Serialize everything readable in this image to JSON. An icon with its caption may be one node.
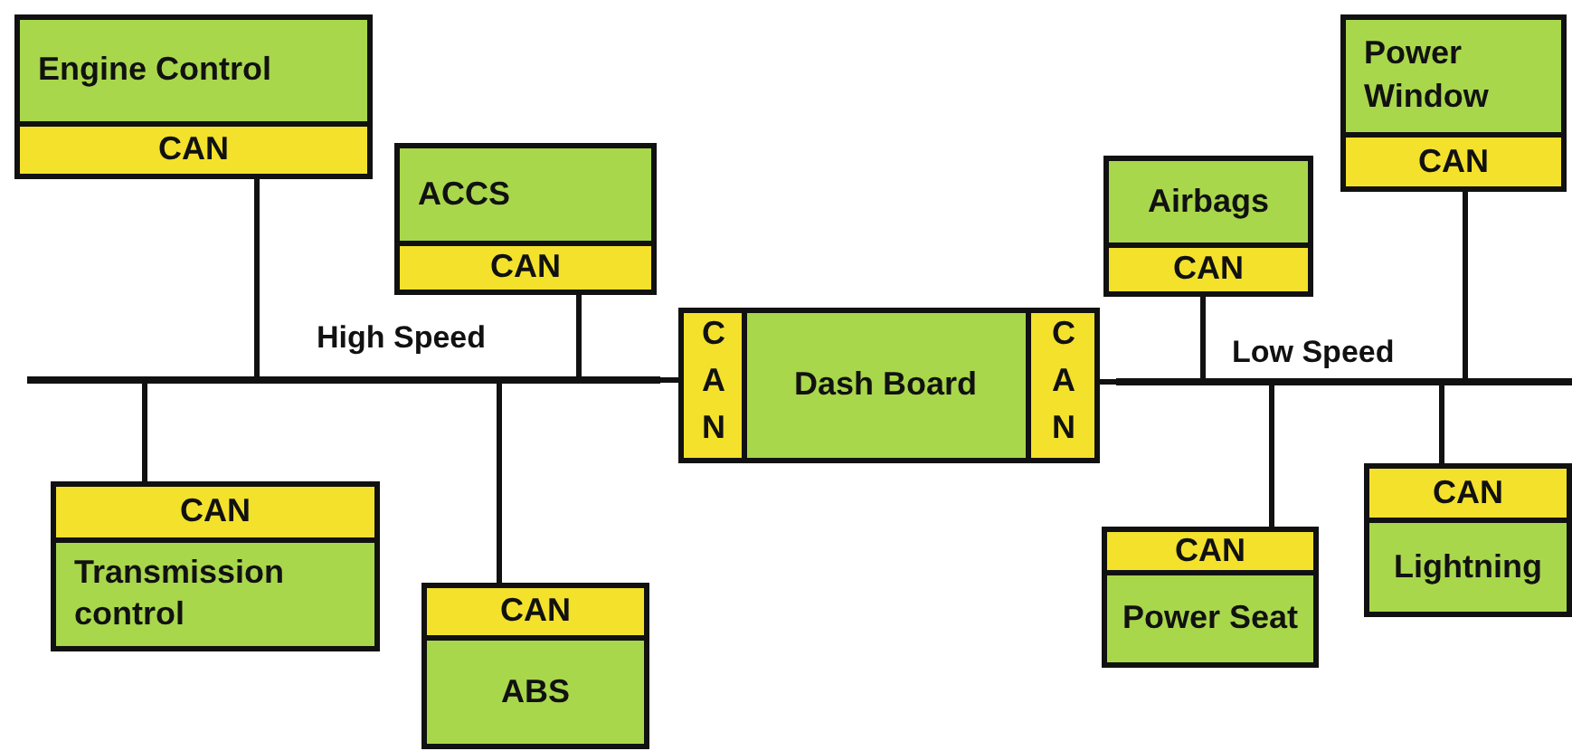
{
  "diagram": {
    "nodes": [
      {
        "text": [
          "Engine Control",
          "CAN"
        ]
      },
      {
        "text": [
          "Power Window",
          "CAN"
        ]
      },
      {
        "text": [
          "ACCS",
          "CAN"
        ]
      },
      {
        "text": [
          "Airbags",
          "CAN"
        ]
      },
      {
        "text": [],
        "shape": "bar",
        "beside": [
          "High Speed"
        ]
      },
      {
        "text": [
          "CAN",
          "Dash Board",
          "CAN"
        ]
      },
      {
        "text": [],
        "shape": "bar",
        "beside": [
          "Low Speed"
        ]
      },
      {
        "text": [
          "CAN",
          "Lightning"
        ]
      },
      {
        "text": [
          "CAN",
          "Transmission control"
        ]
      },
      {
        "text": [
          "CAN",
          "Power Seat"
        ]
      },
      {
        "text": [
          "CAN",
          "ABS"
        ]
      }
    ],
    "edges": [
      {
        "from": 0,
        "to": 4,
        "arrow": "none"
      },
      {
        "from": 2,
        "to": 4,
        "arrow": "none"
      },
      {
        "from": 8,
        "to": 4,
        "arrow": "none"
      },
      {
        "from": 10,
        "to": 4,
        "arrow": "none"
      },
      {
        "from": 4,
        "to": 5,
        "arrow": "none"
      },
      {
        "from": 5,
        "to": 6,
        "arrow": "none"
      },
      {
        "from": 3,
        "to": 6,
        "arrow": "none"
      },
      {
        "from": 1,
        "to": 6,
        "arrow": "none"
      },
      {
        "from": 9,
        "to": 6,
        "arrow": "none"
      },
      {
        "from": 7,
        "to": 6,
        "arrow": "none"
      }
    ]
  }
}
